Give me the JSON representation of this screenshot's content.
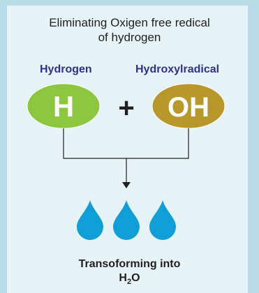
{
  "diagram": {
    "title_line1": "Eliminating Oxigen free redical",
    "title_line2": "of hydrogen",
    "left_label": "Hydrogen",
    "right_label": "Hydroxylradical",
    "left_symbol": "H",
    "operator": "+",
    "right_symbol": "OH",
    "caption_line1": "Transoforming into",
    "formula_h": "H",
    "formula_subscript": "2",
    "formula_o": "O"
  },
  "colors": {
    "hydrogen_fill": "#8dc63f",
    "hydroxyl_fill": "#b8982a",
    "droplet_fill": "#0e9fd8",
    "label_color": "#2e3192",
    "panel_background": "#e6f4f8",
    "border_background": "#b7dce6"
  },
  "icons": [
    "water-droplet-icon",
    "water-droplet-icon",
    "water-droplet-icon",
    "arrow-down-icon"
  ]
}
